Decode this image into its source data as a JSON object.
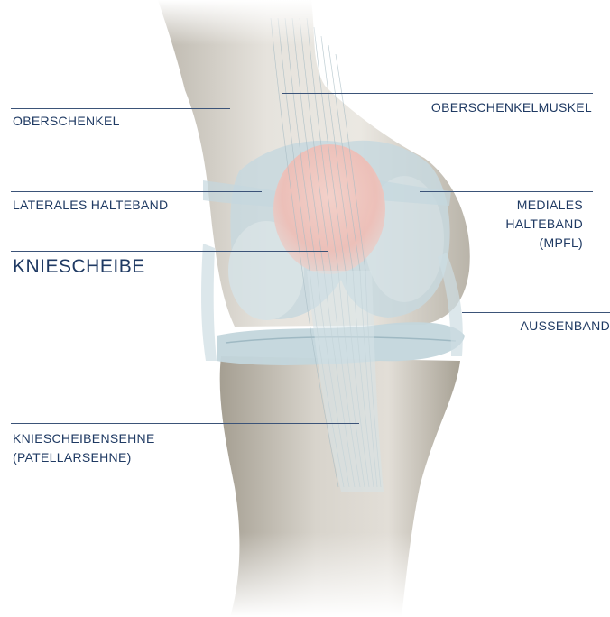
{
  "colors": {
    "label_text": "#1f3a63",
    "leader_line": "#3b5378",
    "bone": "#d9d6cf",
    "cartilage": "#c9dce3",
    "patella_highlight": "#f2c4be"
  },
  "labels": {
    "thigh": "OBERSCHENKEL",
    "thigh_muscle": "OBERSCHENKELMUSKEL",
    "lateral_ligament": "LATERALES HALTEBAND",
    "medial_ligament_line1": "MEDIALES",
    "medial_ligament_line2": "HALTEBAND",
    "medial_ligament_line3": "(MPFL)",
    "kneecap": "KNIESCHEIBE",
    "outer_ligament": "AUSSENBAND",
    "patellar_tendon_line1": "KNIESCHEIBENSEHNE",
    "patellar_tendon_line2": "(PATELLARSEHNE)"
  }
}
